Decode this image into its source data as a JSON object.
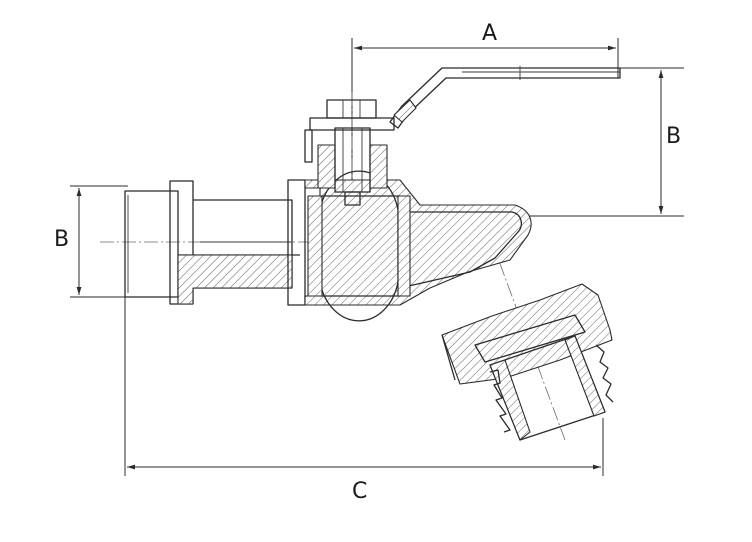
{
  "figure": {
    "dimension_labels": {
      "handle_length": "A",
      "handle_height": "B",
      "inlet_diameter": "B",
      "overall_length": "C"
    }
  },
  "colors": {
    "line": "#2b2b2b",
    "background": "#ffffff"
  }
}
